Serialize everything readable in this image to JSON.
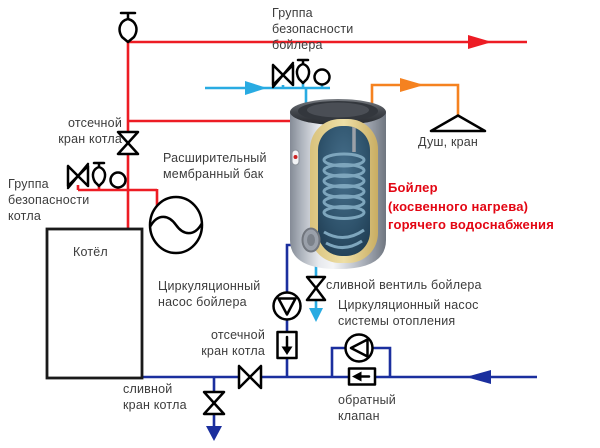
{
  "diagram": {
    "title_note": "Бойлер\n(косвенного нагрева)\nгорячего водоснабжения",
    "labels": {
      "boiler_safety_group": "Группа\nбезопасности\nбойлера",
      "shower_tap": "Душ, кран",
      "boiler_shutoff_valve_top": "отсечной\nкран котла",
      "expansion_tank": "Расширительный\nмембранный бак",
      "kotel_safety_group": "Группа\nбезопасности\nкотла",
      "kotel": "Котёл",
      "boiler_circulation_pump": "Циркуляционный\nнасос бойлера",
      "boiler_drain_valve": "сливной вентиль бойлера",
      "heating_circulation_pump": "Циркуляционный насос\nсистемы отопления",
      "boiler_shutoff_valve_bottom": "отсечной\nкран котла",
      "kotel_drain_valve": "сливной\nкран котла",
      "check_valve": "обратный\nклапан"
    },
    "icons": {
      "air_vent": "air-vent-icon",
      "safety_valve": "bowtie-valve-with-diagonal",
      "shutoff_valve": "bowtie-valve",
      "pressure_gauge": "circle-gauge",
      "pump": "circle-with-triangle",
      "check_valve": "box-with-arrow",
      "expansion_tank": "circle-with-membrane-wave",
      "shower": "triangle",
      "boiler_tank": "cutaway-cylinder-with-coil"
    },
    "colors": {
      "hot_supply": "#ed1c24",
      "cold_water": "#29abe2",
      "dhw_supply": "#f58220",
      "heating_return": "#1b2f9e",
      "symbol": "#000000",
      "label_text": "#3c3c3c",
      "highlight_text": "#e30613"
    }
  }
}
